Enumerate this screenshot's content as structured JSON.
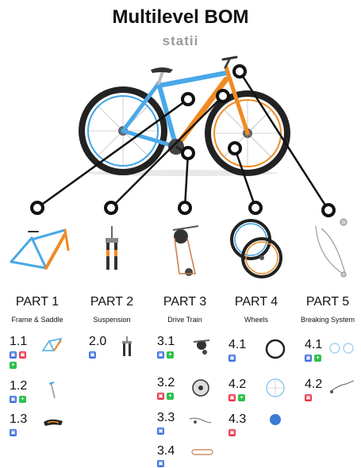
{
  "title": "Multilevel BOM",
  "brand": {
    "text": "statii"
  },
  "colors": {
    "frame_blue": "#4aa8e8",
    "frame_orange": "#f08a24",
    "badge_blue": "#3b6fe0",
    "badge_red": "#e8344a",
    "badge_green": "#2ec14d"
  },
  "parts": [
    {
      "label": "PART 1",
      "subtitle": "Frame & Saddle",
      "items": [
        {
          "num": "1.1",
          "icon": "frame-icon",
          "badges": [
            "cart",
            "cart-red",
            "plus"
          ]
        },
        {
          "num": "1.2",
          "icon": "seatpost-icon",
          "badges": [
            "cart",
            "plus"
          ]
        },
        {
          "num": "1.3",
          "icon": "saddle-icon",
          "badges": [
            "cart"
          ]
        }
      ]
    },
    {
      "label": "PART 2",
      "subtitle": "Suspension",
      "items": [
        {
          "num": "2.0",
          "icon": "fork-icon",
          "badges": [
            "cart"
          ]
        }
      ]
    },
    {
      "label": "PART 3",
      "subtitle": "Drive Train",
      "items": [
        {
          "num": "3.1",
          "icon": "derailleur-icon",
          "badges": [
            "cart",
            "plus"
          ]
        },
        {
          "num": "3.2",
          "icon": "chainring-icon",
          "badges": [
            "cart-red",
            "plus"
          ]
        },
        {
          "num": "3.3",
          "icon": "cable-icon",
          "badges": [
            "cart"
          ]
        },
        {
          "num": "3.4",
          "icon": "chain-icon",
          "badges": [
            "cart"
          ]
        }
      ]
    },
    {
      "label": "PART 4",
      "subtitle": "Wheels",
      "items": [
        {
          "num": "4.1",
          "icon": "tire-icon",
          "badges": [
            "cart"
          ]
        },
        {
          "num": "4.2",
          "icon": "rim-icon",
          "badges": [
            "cart-red",
            "plus"
          ]
        },
        {
          "num": "4.3",
          "icon": "hub-icon",
          "badges": [
            "cart-red"
          ]
        }
      ]
    },
    {
      "label": "PART 5",
      "subtitle": "Breaking System",
      "items": [
        {
          "num": "4.1",
          "icon": "disc-rotor-icon",
          "badges": [
            "cart",
            "plus"
          ]
        },
        {
          "num": "4.2",
          "icon": "brake-lever-icon",
          "badges": [
            "cart-red"
          ]
        }
      ]
    }
  ]
}
